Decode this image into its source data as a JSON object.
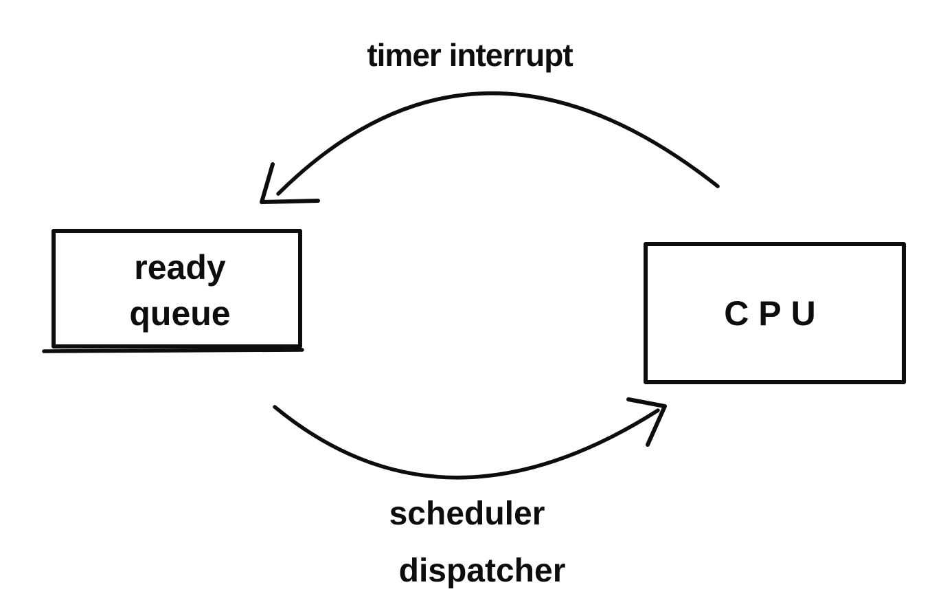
{
  "diagram": {
    "background": "#ffffff",
    "ink_color": "#0d0d0d",
    "nodes": [
      {
        "id": "ready-queue",
        "label": "ready queue",
        "lines": [
          "ready",
          "queue"
        ]
      },
      {
        "id": "cpu",
        "label": "CPU"
      }
    ],
    "edges": [
      {
        "from": "cpu",
        "to": "ready-queue",
        "position": "top",
        "label": "timer interrupt"
      },
      {
        "from": "ready-queue",
        "to": "cpu",
        "position": "bottom",
        "label": "scheduler dispatcher",
        "lines": [
          "scheduler",
          "dispatcher"
        ]
      }
    ]
  }
}
